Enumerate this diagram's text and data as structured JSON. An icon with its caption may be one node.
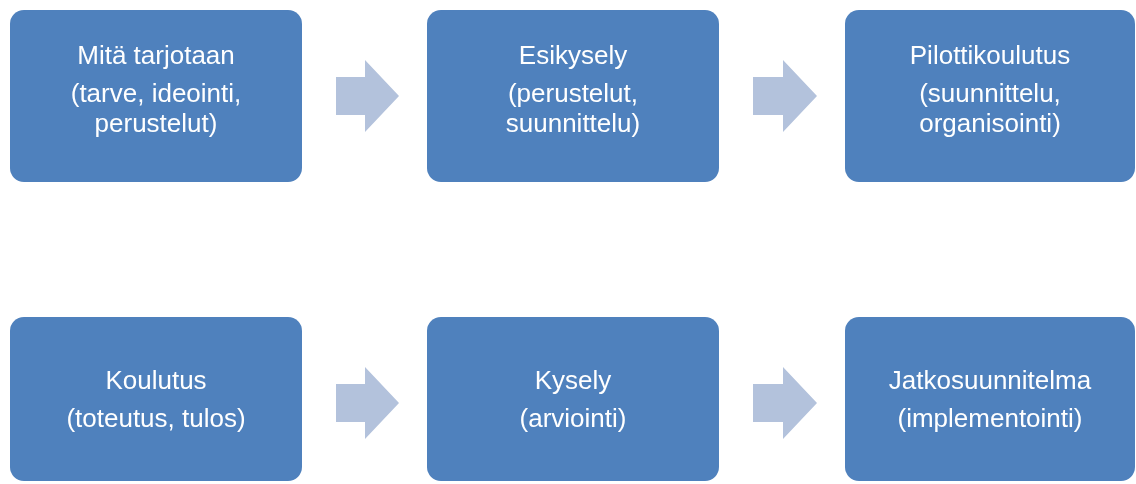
{
  "diagram": {
    "nodes": [
      {
        "text": [
          "Mitä tarjotaan",
          "(tarve, ideointi, perustelut)"
        ]
      },
      {
        "text": [
          "Esikysely",
          "(perustelut, suunnittelu)"
        ]
      },
      {
        "text": [
          "Pilottikoulutus",
          "(suunnittelu, organisointi)"
        ]
      },
      {
        "text": [
          "Koulutus",
          "(toteutus, tulos)"
        ]
      },
      {
        "text": [
          "Kysely",
          "(arviointi)"
        ]
      },
      {
        "text": [
          "Jatkosuunnitelma",
          "(implementointi)"
        ]
      }
    ],
    "edges": [
      {
        "from": 0,
        "to": 1,
        "arrow": "to"
      },
      {
        "from": 1,
        "to": 2,
        "arrow": "to"
      },
      {
        "from": 3,
        "to": 4,
        "arrow": "to"
      },
      {
        "from": 4,
        "to": 5,
        "arrow": "to"
      }
    ]
  }
}
